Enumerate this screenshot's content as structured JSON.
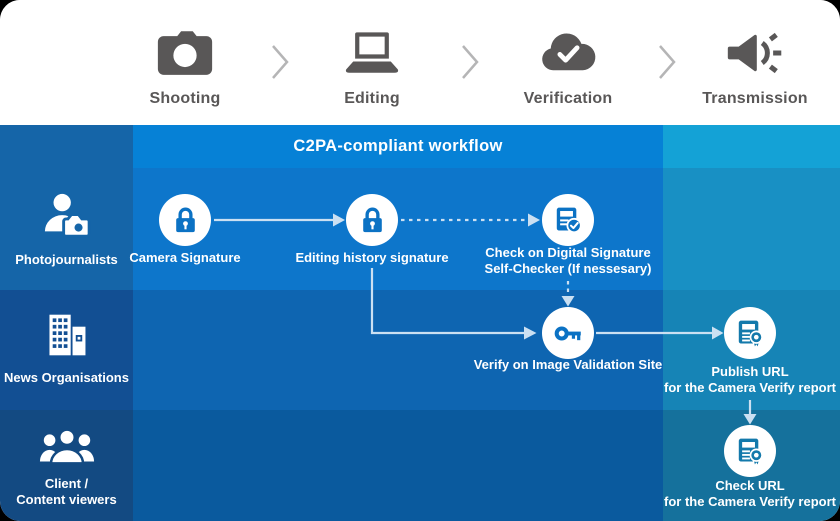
{
  "stages": [
    {
      "label": "Shooting",
      "icon": "camera-icon"
    },
    {
      "label": "Editing",
      "icon": "laptop-icon"
    },
    {
      "label": "Verification",
      "icon": "cloud-check-icon"
    },
    {
      "label": "Transmission",
      "icon": "megaphone-icon"
    }
  ],
  "header": {
    "title": "C2PA-compliant workflow"
  },
  "actors": [
    {
      "label": "Photojournalists",
      "icon": "photojournalist-icon"
    },
    {
      "label": "News Organisations",
      "icon": "building-icon"
    },
    {
      "label_line1": "Client /",
      "label_line2": "Content viewers",
      "icon": "people-icon"
    }
  ],
  "nodes": {
    "camera_signature": {
      "label": "Camera Signature",
      "icon": "lock-icon"
    },
    "editing_history": {
      "label": "Editing history signature",
      "icon": "lock-icon"
    },
    "self_checker": {
      "line1": "Check on Digital Signature",
      "line2": "Self-Checker (If nessesary)",
      "icon": "document-check-icon"
    },
    "validation_site": {
      "label": "Verify on Image Validation Site",
      "icon": "key-icon"
    },
    "publish_url": {
      "line1": "Publish URL",
      "line2": "for the Camera Verify report",
      "icon": "document-ribbon-icon"
    },
    "check_url": {
      "line1": "Check URL",
      "line2": "for the Camera Verify report",
      "icon": "document-ribbon-icon"
    }
  },
  "colors": {
    "header_dark": "#1565a8",
    "header_main": "#0681d6",
    "header_teal": "#14a2d6",
    "left_row1": "#1565a8",
    "left_row2": "#124f93",
    "left_row3": "#134a82",
    "main_row1": "#0d76cb",
    "main_row2": "#0e65b1",
    "main_row3": "#0a5a9e",
    "right_row1": "#1890c4",
    "right_row2": "#1684b6",
    "right_row3": "#15719c",
    "icon_gray": "#595757",
    "node_blue": "#0b72c4",
    "ribbon_blue": "#1379ab",
    "arrow_light": "#cbe0f2"
  }
}
